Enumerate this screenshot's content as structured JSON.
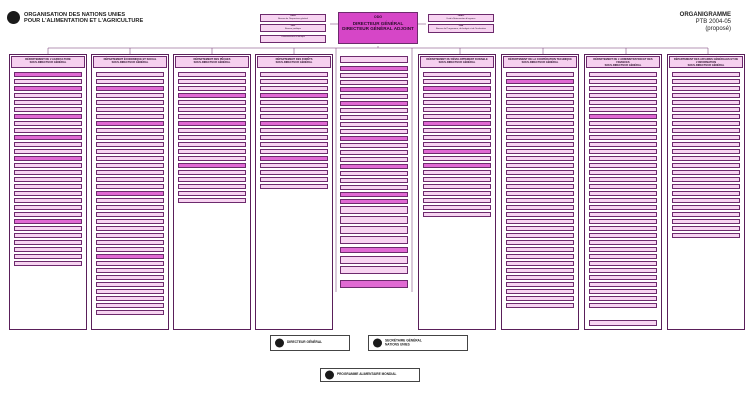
{
  "header": {
    "org_line1": "ORGANISATION DES NATIONS UNIES",
    "org_line2": "POUR L'ALIMENTATION ET L'AGRICULTURE",
    "chart_title": "ORGANIGRAMME",
    "chart_sub1": "PTB 2004-05",
    "chart_sub2": "(proposé)"
  },
  "top": {
    "dg_code": "ODG",
    "dg_line1": "DIRECTEUR GÉNÉRAL",
    "dg_line2": "DIRECTEUR GÉNÉRAL ADJOINT",
    "left_boxes": [
      {
        "code": "OIGD",
        "label": "Bureau de l'Inspecteur général"
      },
      {
        "code": "LEG",
        "label": "Bureau juridique"
      },
      {
        "code": "",
        "label": "Comité/Bureau d'éthique"
      }
    ],
    "right_boxes": [
      {
        "code": "OEKO",
        "label": "Unité d'Intervention d'urgence"
      },
      {
        "code": "PBE",
        "label": "Bureau du Programme, du budget et de l'évaluation"
      }
    ]
  },
  "departments": [
    {
      "title1": "DÉPARTEMENT DE L'AGRICULTURE",
      "title2": "SOUS-DIRECTEUR GÉNÉRAL"
    },
    {
      "title1": "DÉPARTEMENT ÉCONOMIQUE ET SOCIAL",
      "title2": "SOUS-DIRECTEUR GÉNÉRAL"
    },
    {
      "title1": "DÉPARTEMENT DES PÊCHES",
      "title2": "SOUS-DIRECTEUR GÉNÉRAL"
    },
    {
      "title1": "DÉPARTEMENT DES FORÊTS",
      "title2": "SOUS-DIRECTEUR GÉNÉRAL"
    },
    {
      "title1": "DÉPARTEMENT DU DÉVELOPPEMENT DURABLE",
      "title2": "SOUS-DIRECTEUR GÉNÉRAL"
    },
    {
      "title1": "DÉPARTEMENT DE LA COOPÉRATION TECHNIQUE",
      "title2": "SOUS-DIRECTEUR GÉNÉRAL"
    },
    {
      "title1": "DÉPARTEMENT DE L'ADMINISTRATION ET DES FINANCES",
      "title2": "SOUS-DIRECTEUR GÉNÉRAL"
    },
    {
      "title1": "DÉPARTEMENT DES AFFAIRES GÉNÉRALES ET DE L'INFORMATION",
      "title2": "SOUS-DIRECTEUR GÉNÉRAL"
    }
  ],
  "bottom": {
    "dg": "DIRECTEUR GÉNÉRAL",
    "sg_line1": "SECRÉTAIRE GÉNÉRAL",
    "sg_line2": "NATIONS UNIES",
    "pam": "PROGRAMME ALIMENTAIRE MONDIAL"
  }
}
